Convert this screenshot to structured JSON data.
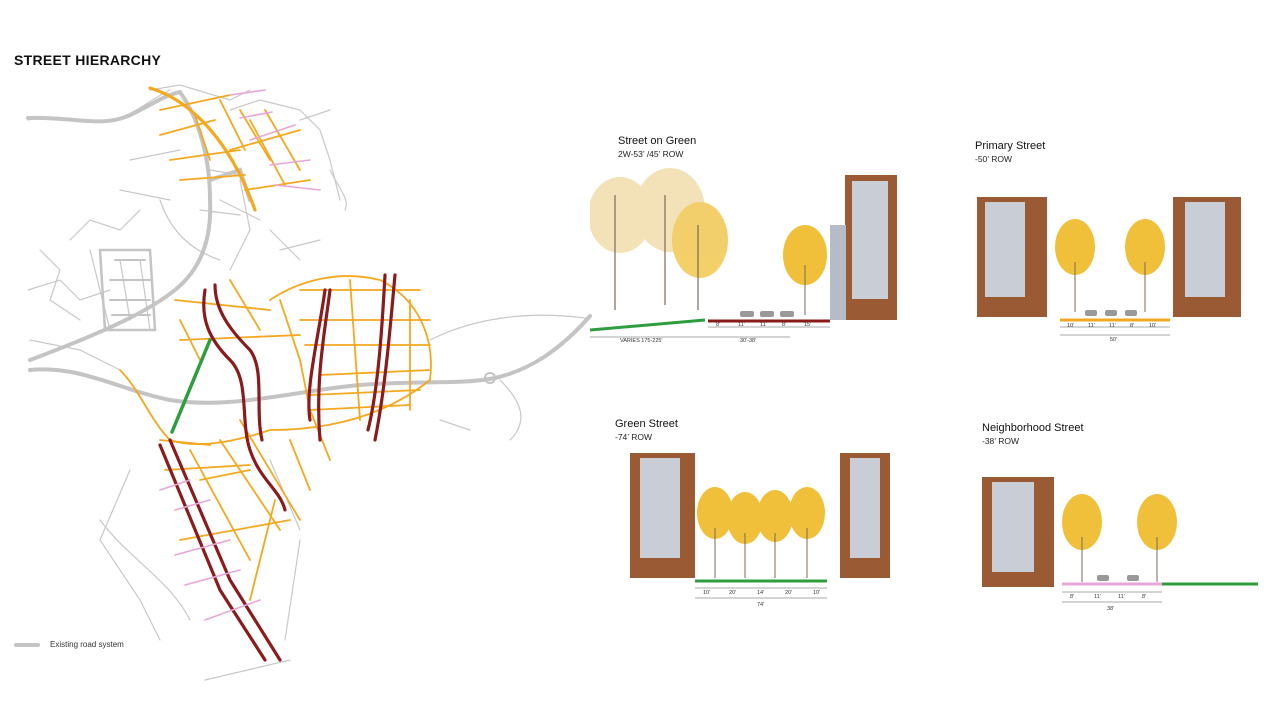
{
  "page": {
    "title": "STREET HIERARCHY"
  },
  "legend": {
    "label": "Existing road system"
  },
  "colors": {
    "road": "#c4c4c4",
    "primary": "#f4a81f",
    "green": "#2e9d3e",
    "green_street": "#8b1a1a",
    "neighborhood": "#e8a6d6",
    "tree": "#f0c03a",
    "building": "#9a5a34"
  },
  "sections": [
    {
      "id": "street-on-green",
      "title": "Street on Green",
      "subtitle": "2W-53’ /45’ ROW",
      "dims": [
        "8'",
        "11'",
        "11'",
        "8'",
        "15'"
      ],
      "totals": [
        "VARIES   175-225'",
        "30'-38'"
      ]
    },
    {
      "id": "primary-street",
      "title": "Primary Street",
      "subtitle": "-50’ ROW",
      "dims": [
        "10'",
        "11'",
        "11'",
        "8'",
        "10'"
      ],
      "totals": [
        "50'"
      ]
    },
    {
      "id": "green-street",
      "title": "Green Street",
      "subtitle": "-74’ ROW",
      "dims": [
        "10'",
        "20'",
        "14'",
        "20'",
        "10'"
      ],
      "totals": [
        "74'"
      ]
    },
    {
      "id": "neighborhood-street",
      "title": "Neighborhood Street",
      "subtitle": "-38’ ROW",
      "dims": [
        "8'",
        "11'",
        "11'",
        "8'"
      ],
      "totals": [
        "38'"
      ]
    }
  ]
}
